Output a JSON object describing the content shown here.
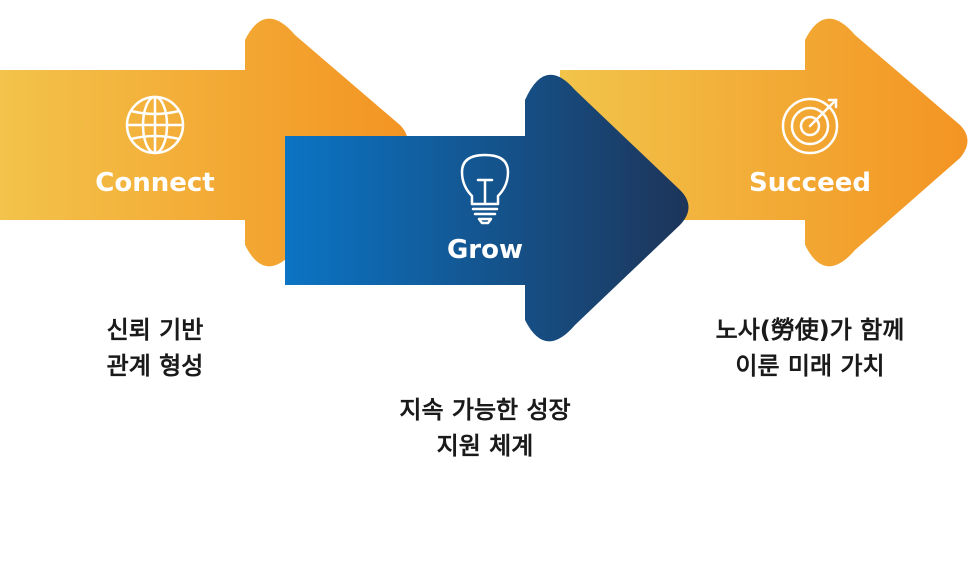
{
  "steps": [
    {
      "label": "Connect",
      "icon": "globe-icon",
      "caption": [
        "신뢰 기반",
        "관계 형성"
      ]
    },
    {
      "label": "Grow",
      "icon": "lightbulb-icon",
      "caption": [
        "지속 가능한 성장",
        "지원 체계"
      ]
    },
    {
      "label": "Succeed",
      "icon": "target-icon",
      "caption": [
        "노사(勞使)가 함께",
        "이룬 미래 가치"
      ]
    }
  ],
  "colors": {
    "orange_light": "#f3c34a",
    "orange_dark": "#f39423",
    "blue_light": "#0b74c4",
    "blue_dark": "#1d3559",
    "text": "#1a1a1a"
  }
}
